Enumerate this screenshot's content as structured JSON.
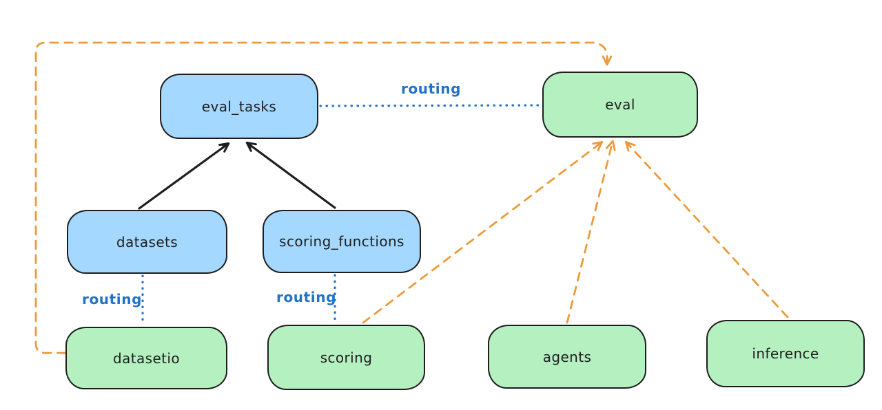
{
  "diagram": {
    "colors": {
      "blue_fill": "#a5d8ff",
      "green_fill": "#b5f0c0",
      "stroke_black": "#1e1e1e",
      "routing_blue": "#2273c4",
      "orange": "#ec9a3a",
      "background": "#ffffff"
    },
    "nodes": {
      "eval_tasks": {
        "label": "eval_tasks",
        "color": "blue"
      },
      "eval": {
        "label": "eval",
        "color": "green"
      },
      "datasets": {
        "label": "datasets",
        "color": "blue"
      },
      "scoring_functions": {
        "label": "scoring_functions",
        "color": "blue"
      },
      "datasetio": {
        "label": "datasetio",
        "color": "green"
      },
      "scoring": {
        "label": "scoring",
        "color": "green"
      },
      "agents": {
        "label": "agents",
        "color": "green"
      },
      "inference": {
        "label": "inference",
        "color": "green"
      }
    },
    "edges": {
      "datasets_to_eval_tasks": {
        "from": "datasets",
        "to": "eval_tasks",
        "style": "solid",
        "color": "black",
        "arrow": true
      },
      "scoring_functions_to_eval_tasks": {
        "from": "scoring_functions",
        "to": "eval_tasks",
        "style": "solid",
        "color": "black",
        "arrow": true
      },
      "eval_tasks_to_eval": {
        "from": "eval_tasks",
        "to": "eval",
        "style": "dotted",
        "color": "blue",
        "label": "routing"
      },
      "datasets_to_datasetio": {
        "from": "datasets",
        "to": "datasetio",
        "style": "dotted",
        "color": "blue",
        "label": "routing"
      },
      "scoring_functions_to_scoring": {
        "from": "scoring_functions",
        "to": "scoring",
        "style": "dotted",
        "color": "blue",
        "label": "routing"
      },
      "datasetio_to_eval": {
        "from": "datasetio",
        "to": "eval",
        "style": "dashed",
        "color": "orange",
        "arrow": true,
        "route": "elbow-left-top"
      },
      "scoring_to_eval": {
        "from": "scoring",
        "to": "eval",
        "style": "dashed",
        "color": "orange",
        "arrow": true
      },
      "agents_to_eval": {
        "from": "agents",
        "to": "eval",
        "style": "dashed",
        "color": "orange",
        "arrow": true
      },
      "inference_to_eval": {
        "from": "inference",
        "to": "eval",
        "style": "dashed",
        "color": "orange",
        "arrow": true
      }
    }
  }
}
